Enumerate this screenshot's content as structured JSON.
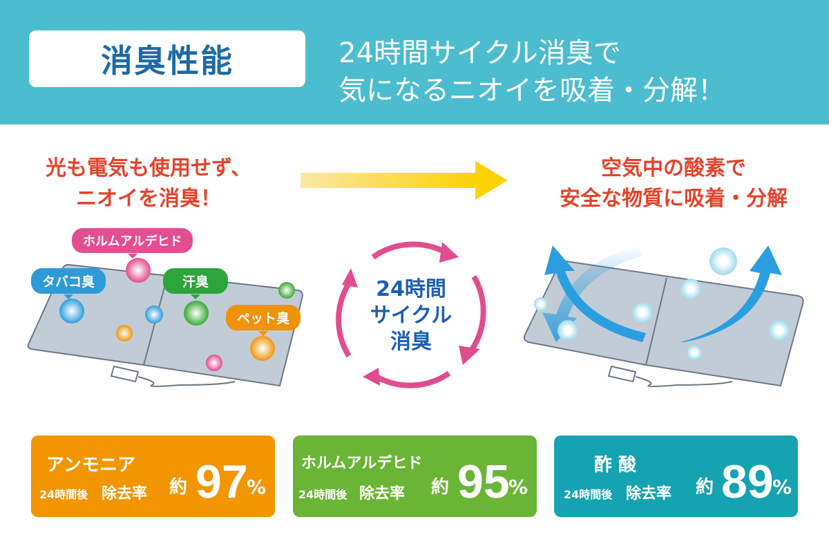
{
  "header": {
    "title": "消臭性能",
    "subtitle_line1": "24時間サイクル消臭で",
    "subtitle_line2": "気になるニオイを吸着・分解！"
  },
  "left_caption": {
    "line1": "光も電気も使用せず、",
    "line2": "ニオイを消臭！"
  },
  "right_caption": {
    "line1": "空気中の酸素で",
    "line2": "安全な物質に吸着・分解"
  },
  "odor_tags": [
    "ホルムアルデヒド",
    "タバコ臭",
    "汗臭",
    "ペット臭"
  ],
  "cycle": {
    "line1": "24時間",
    "line2": "サイクル",
    "line3": "消臭"
  },
  "cards": [
    {
      "name": "アンモニア",
      "after": "24時間後",
      "rate_label": "除去率",
      "approx": "約",
      "value": "97",
      "unit": "%",
      "color": "#f19500"
    },
    {
      "name": "ホルムアルデヒド",
      "after": "24時間後",
      "rate_label": "除去率",
      "approx": "約",
      "value": "95",
      "unit": "%",
      "color": "#6ab536"
    },
    {
      "name": "酢 酸",
      "after": "24時間後",
      "rate_label": "除去率",
      "approx": "約",
      "value": "89",
      "unit": "%",
      "color": "#15a3b2"
    }
  ]
}
